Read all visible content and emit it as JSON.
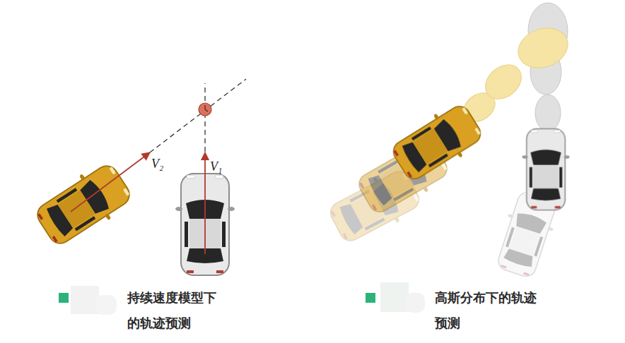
{
  "diagram": {
    "labels": [
      "V₂",
      "V₁"
    ],
    "legend": [
      {
        "text": "持续速度模型下 的轨迹预测",
        "color": "#2db37a"
      },
      {
        "text": "高斯分布下的轨迹 预测",
        "color": "#2db37a"
      }
    ]
  }
}
